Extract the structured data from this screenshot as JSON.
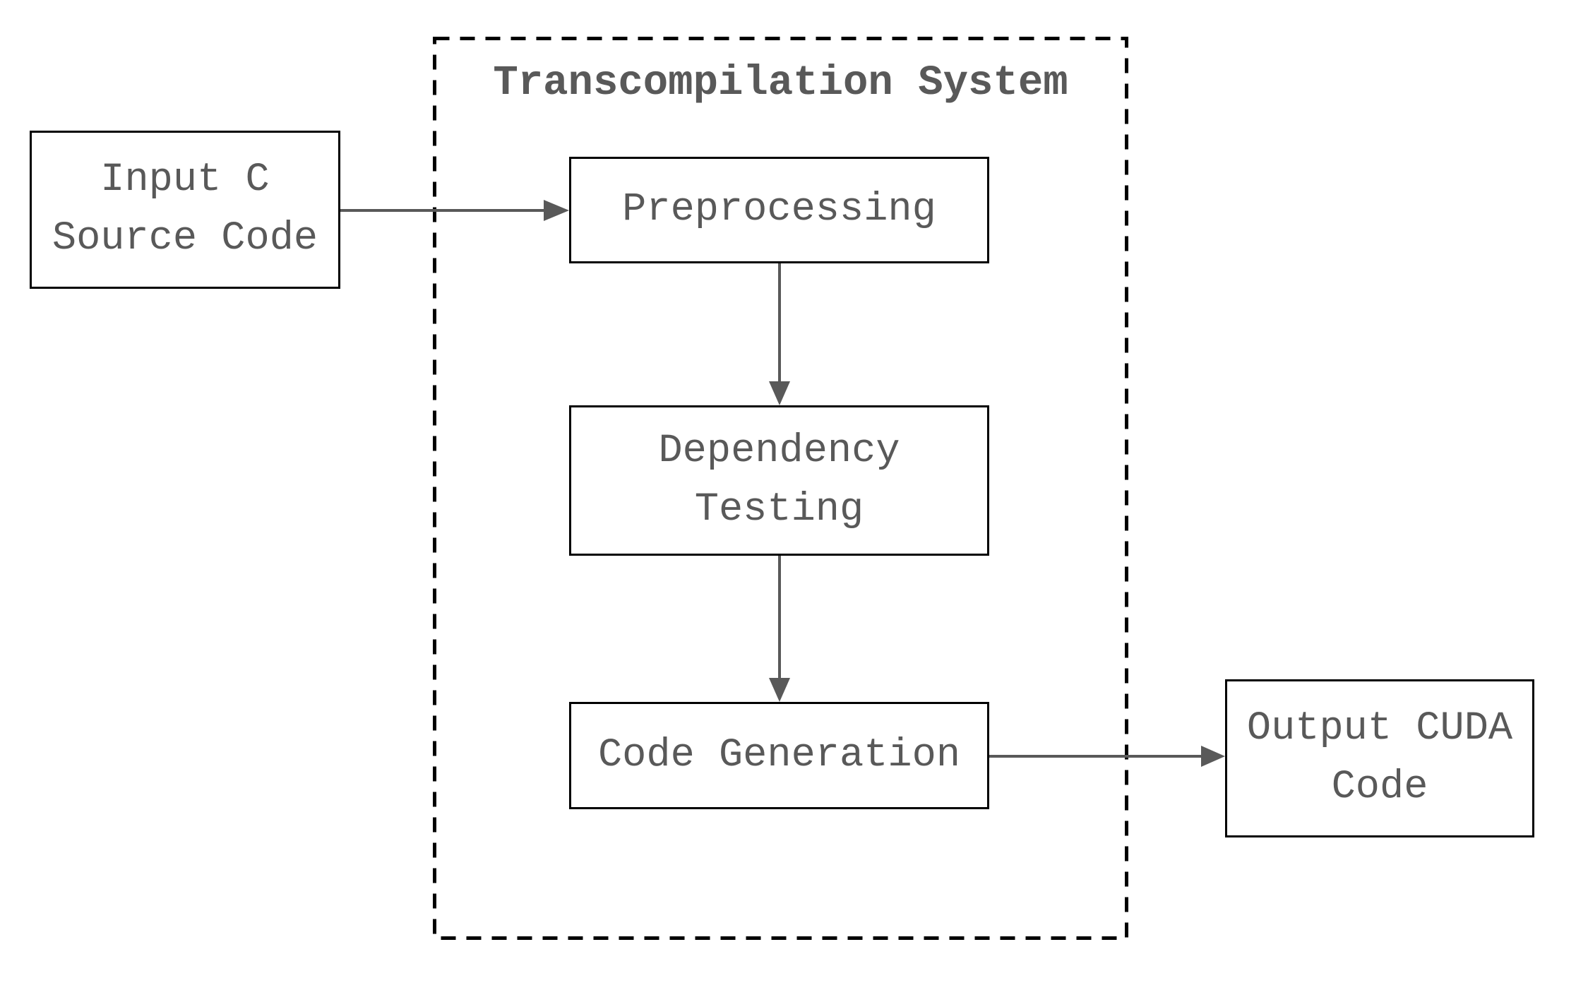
{
  "colors": {
    "background": "#ffffff",
    "box_border": "#000000",
    "box_fill": "#ffffff",
    "text": "#595959",
    "arrow": "#595959"
  },
  "container": {
    "title": "Transcompilation System"
  },
  "nodes": {
    "input": {
      "label": "Input C\nSource Code"
    },
    "preprocessing": {
      "label": "Preprocessing"
    },
    "dependency_testing": {
      "label": "Dependency\nTesting"
    },
    "code_generation": {
      "label": "Code Generation"
    },
    "output": {
      "label": "Output CUDA\nCode"
    }
  },
  "edges": [
    {
      "from": "Input C Source Code",
      "to": "Preprocessing"
    },
    {
      "from": "Preprocessing",
      "to": "Dependency Testing"
    },
    {
      "from": "Dependency Testing",
      "to": "Code Generation"
    },
    {
      "from": "Code Generation",
      "to": "Output CUDA Code"
    }
  ]
}
